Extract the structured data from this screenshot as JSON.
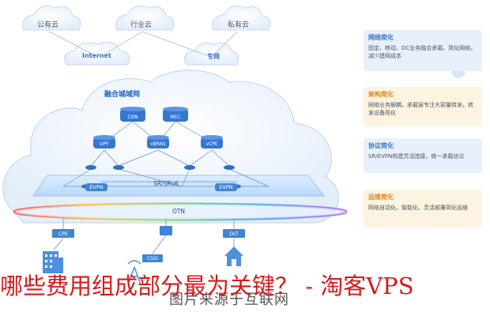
{
  "top_clouds": {
    "public": "公有云",
    "industry": "行业云",
    "private": "私有云"
  },
  "mid_clouds": {
    "internet": "Internet",
    "private_net": "专网"
  },
  "main_cloud": {
    "title": "融合城域网",
    "nodes": {
      "cdn": "CDN",
      "mec": "MEC",
      "upf": "UPF",
      "veras": "vBRAS",
      "vcpe": "vCPE",
      "evpn_left": "EVPN",
      "evpn_right": "EVPN",
      "srv6": "SR/SRv6",
      "otn": "OTN"
    }
  },
  "access": {
    "cpe": "CPE",
    "csg": "CSG",
    "olt": "OLT"
  },
  "side_panels": [
    {
      "title": "网络简化",
      "text": "固定、移动、DC业务融合承载，简化网络，减少建网成本",
      "color": "#e8f0fb",
      "title_color": "#3a76c4"
    },
    {
      "title": "架构简化",
      "text": "网络业务解耦，承载层专注大容量转发，转发设备简化",
      "color": "#fdf3e1",
      "title_color": "#d88a1e"
    },
    {
      "title": "协议简化",
      "text": "SR/EVPN构建灵活连接，统一承载协议",
      "color": "#e8f0fb",
      "title_color": "#3a76c4"
    },
    {
      "title": "运维简化",
      "text": "网络自动化、智能化、灵活部署简化运维",
      "color": "#fdf3e1",
      "title_color": "#d88a1e"
    }
  ],
  "caption": "图片来源于互联网",
  "overlay_text": "哪些费用组成部分最为关键？ - 淘客VPS"
}
